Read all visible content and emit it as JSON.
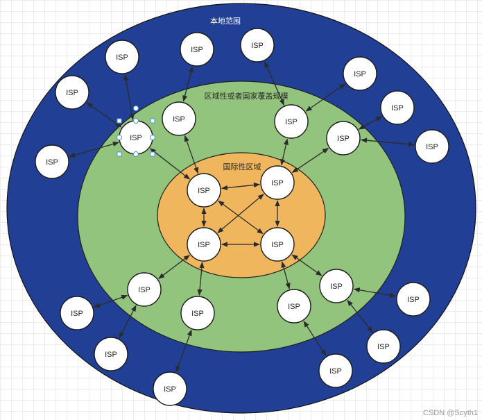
{
  "zones": {
    "local": {
      "label": "本地范围",
      "color": "#213f94"
    },
    "regional": {
      "label": "区域性或者国家覆盖规模",
      "color": "#93c47d"
    },
    "international": {
      "label": "国际性区域",
      "color": "#f0b65e"
    }
  },
  "node_label": "ISP",
  "nodes": [
    {
      "id": "i1",
      "zone": "international"
    },
    {
      "id": "i2",
      "zone": "international"
    },
    {
      "id": "i3",
      "zone": "international"
    },
    {
      "id": "i4",
      "zone": "international"
    },
    {
      "id": "r1",
      "zone": "regional"
    },
    {
      "id": "r2",
      "zone": "regional"
    },
    {
      "id": "r3",
      "zone": "regional"
    },
    {
      "id": "r4",
      "zone": "regional"
    },
    {
      "id": "r5",
      "zone": "regional"
    },
    {
      "id": "r6",
      "zone": "regional"
    },
    {
      "id": "r7",
      "zone": "regional"
    },
    {
      "id": "r8",
      "zone": "regional"
    },
    {
      "id": "l1",
      "zone": "local"
    },
    {
      "id": "l2",
      "zone": "local"
    },
    {
      "id": "l3",
      "zone": "local"
    },
    {
      "id": "l4",
      "zone": "local"
    },
    {
      "id": "l5",
      "zone": "local"
    },
    {
      "id": "l6",
      "zone": "local"
    },
    {
      "id": "l7",
      "zone": "local"
    },
    {
      "id": "l8",
      "zone": "local"
    },
    {
      "id": "l9",
      "zone": "local"
    },
    {
      "id": "l10",
      "zone": "local"
    },
    {
      "id": "l11",
      "zone": "local"
    },
    {
      "id": "l12",
      "zone": "local"
    },
    {
      "id": "l13",
      "zone": "local"
    },
    {
      "id": "l14",
      "zone": "local"
    }
  ],
  "links": [
    [
      "i1",
      "i2"
    ],
    [
      "i1",
      "i3"
    ],
    [
      "i1",
      "i4"
    ],
    [
      "i2",
      "i3"
    ],
    [
      "i2",
      "i4"
    ],
    [
      "i3",
      "i4"
    ],
    [
      "r1",
      "i1"
    ],
    [
      "r2",
      "i1"
    ],
    [
      "r3",
      "i2"
    ],
    [
      "r4",
      "i2"
    ],
    [
      "r5",
      "i3"
    ],
    [
      "r6",
      "i3"
    ],
    [
      "r7",
      "i4"
    ],
    [
      "r8",
      "i4"
    ],
    [
      "l1",
      "r1"
    ],
    [
      "l2",
      "r1"
    ],
    [
      "l3",
      "r1"
    ],
    [
      "l4",
      "r2"
    ],
    [
      "l5",
      "r3"
    ],
    [
      "l6",
      "r3"
    ],
    [
      "l7",
      "r4"
    ],
    [
      "l8",
      "r4"
    ],
    [
      "l9",
      "r5"
    ],
    [
      "l10",
      "r5"
    ],
    [
      "l11",
      "r6"
    ],
    [
      "l12",
      "r7"
    ],
    [
      "l13",
      "r8"
    ],
    [
      "l14",
      "r8"
    ]
  ],
  "selected_node": "r1",
  "watermark": "CSDN @Scyth1"
}
